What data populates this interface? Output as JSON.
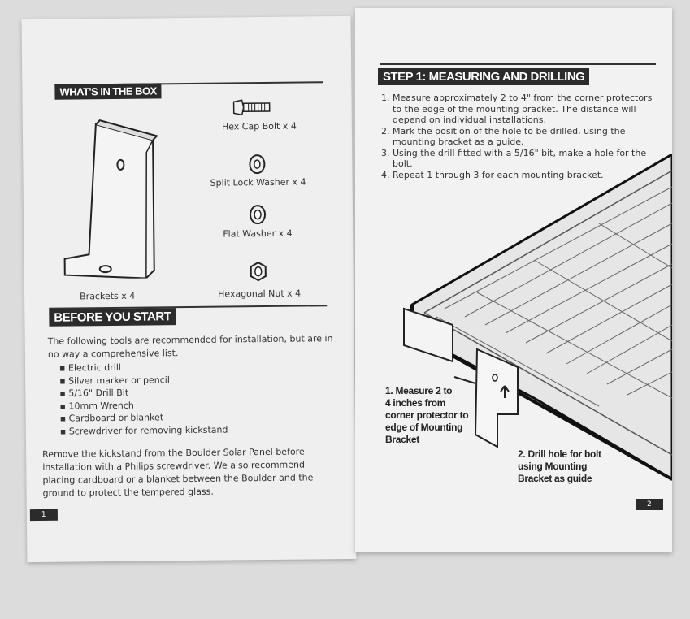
{
  "left_page": {
    "box_heading": "WHAT'S IN THE BOX",
    "items": [
      {
        "label": "Hex Cap Bolt x 4",
        "icon": "bolt"
      },
      {
        "label": "Split Lock Washer x 4",
        "icon": "split-washer"
      },
      {
        "label": "Flat Washer x 4",
        "icon": "flat-washer"
      },
      {
        "label": "Hexagonal Nut x 4",
        "icon": "hex-nut"
      }
    ],
    "brackets_label": "Brackets x 4",
    "before_heading": "BEFORE YOU START",
    "intro": [
      "The following tools are recommended for installation, but are in",
      "no way a comprehensive list."
    ],
    "tools": [
      "Electric drill",
      "Silver marker or pencil",
      "5/16\" Drill Bit",
      "10mm Wrench",
      "Cardboard or blanket",
      "Screwdriver for removing kickstand"
    ],
    "note": [
      "Remove the kickstand from the Boulder Solar Panel before",
      "installation with a Philips screwdriver.  We also recommend",
      "placing cardboard or a blanket between the Boulder and the",
      "ground to protect the tempered glass."
    ],
    "page_number": "1"
  },
  "right_page": {
    "heading": "STEP 1: MEASURING AND DRILLING",
    "steps": [
      "Measure approximately 2 to 4\" from the corner protectors to the edge of the mounting bracket. The distance will depend on individual installations.",
      "Mark the position of the hole to be drilled, using the mounting bracket as a guide.",
      "Using the drill fitted with a 5/16\" bit, make a hole for the bolt.",
      "Repeat 1 through 3 for each mounting bracket."
    ],
    "callout1": [
      "1. Measure 2 to",
      "4 inches from",
      "corner protector to",
      "edge of Mounting",
      "Bracket"
    ],
    "callout2": [
      "2. Drill hole for bolt",
      "using Mounting",
      "Bracket as guide"
    ],
    "page_number": "2"
  }
}
